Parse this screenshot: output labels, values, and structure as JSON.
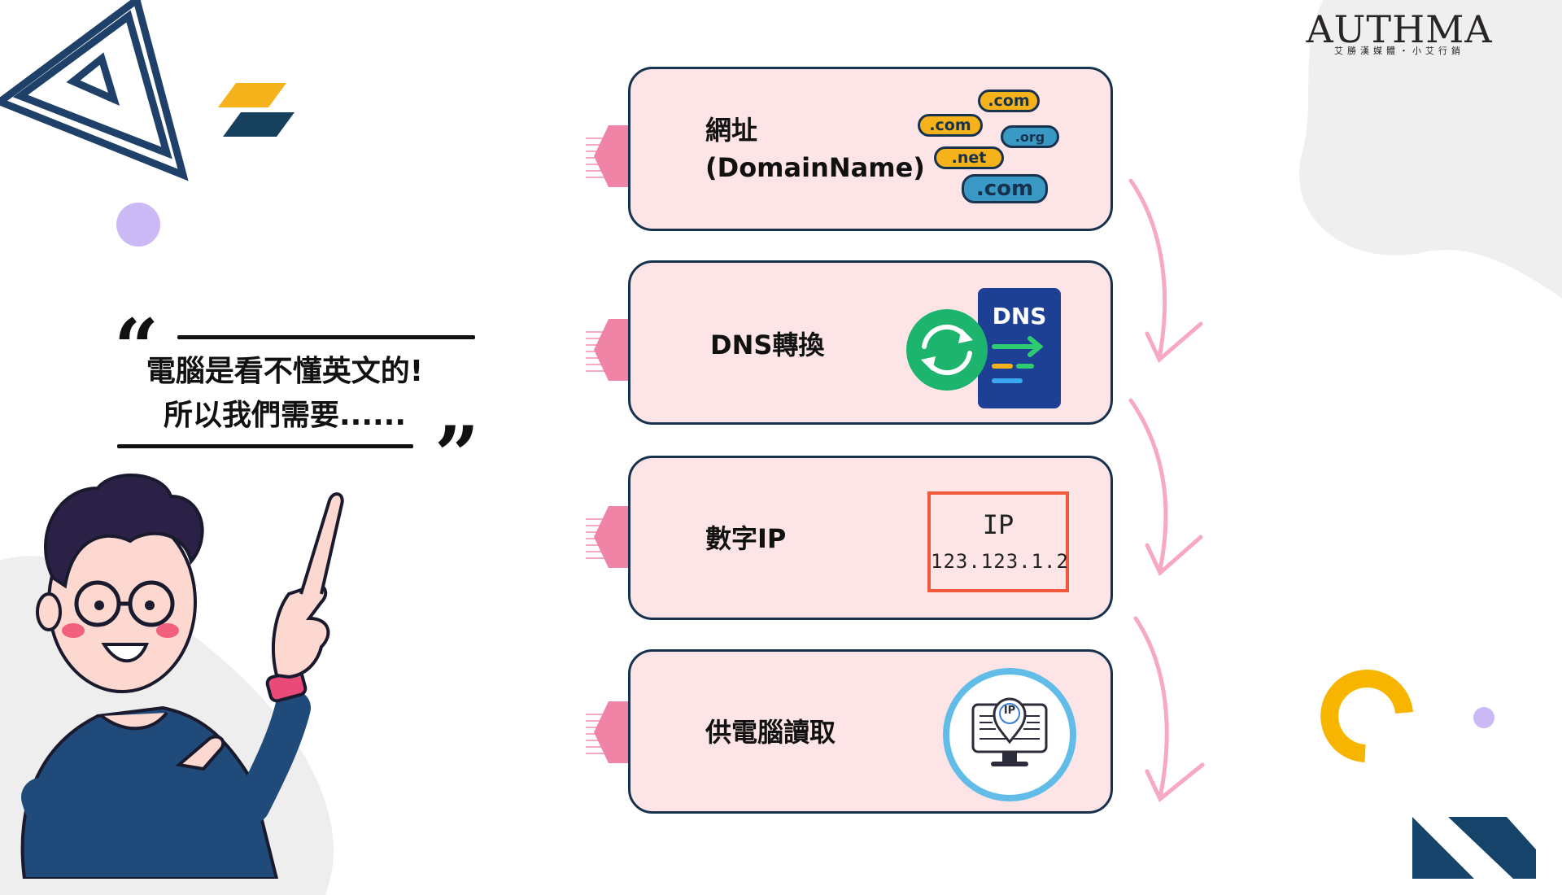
{
  "logo": {
    "name": "AUTHMA",
    "tagline": "艾勝漢媒體・小艾行銷"
  },
  "quote": {
    "line1": "電腦是看不懂英文的!",
    "line2": "所以我們需要......",
    "open_mark": "“",
    "close_mark": "”"
  },
  "steps": [
    {
      "label_line1": "網址",
      "label_line2": "(DomainName)",
      "icon": "domain-tags-icon"
    },
    {
      "label": "DNS轉換",
      "icon": "dns-sync-icon",
      "icon_text": "DNS"
    },
    {
      "label": "數字IP",
      "icon": "ip-address-box",
      "ip_title": "IP",
      "ip_value": "123.123.1.2"
    },
    {
      "label": "供電腦讀取",
      "icon": "ip-computer-icon",
      "icon_text": "IP"
    }
  ],
  "domain_tags": [
    ".com",
    ".com",
    ".org",
    ".net",
    ".com"
  ],
  "colors": {
    "card_fill": "#fde4e6",
    "card_border": "#17324d",
    "hexagon": "#f084a6",
    "arrow": "#f7a8c4",
    "accent_yellow": "#f5b21a",
    "accent_navy": "#17324d",
    "dns_blue": "#1d3f94",
    "sync_green": "#1db46e",
    "ip_border": "#f05a3a",
    "monitor_ring": "#62bce8"
  }
}
